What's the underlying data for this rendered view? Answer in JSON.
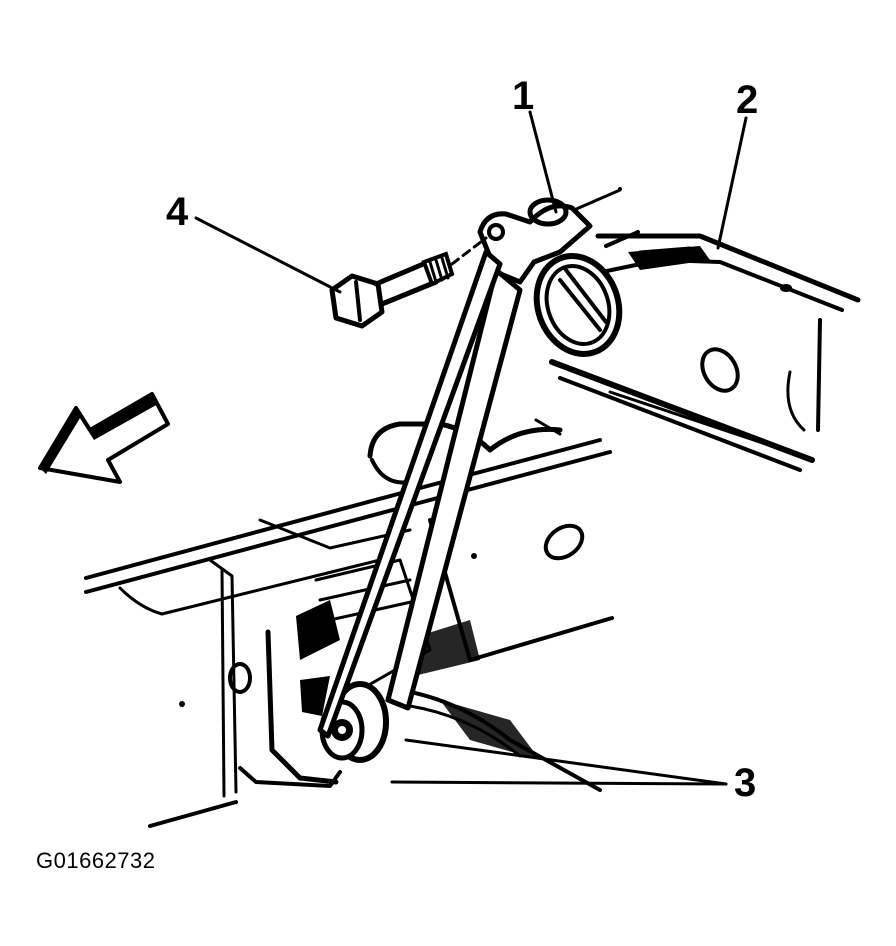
{
  "callouts": [
    {
      "id": "1",
      "label": "1"
    },
    {
      "id": "2",
      "label": "2"
    },
    {
      "id": "3",
      "label": "3"
    },
    {
      "id": "4",
      "label": "4"
    }
  ],
  "figure_id": "G01662732",
  "direction_arrow": {
    "icon": "front-direction-arrow-icon"
  }
}
